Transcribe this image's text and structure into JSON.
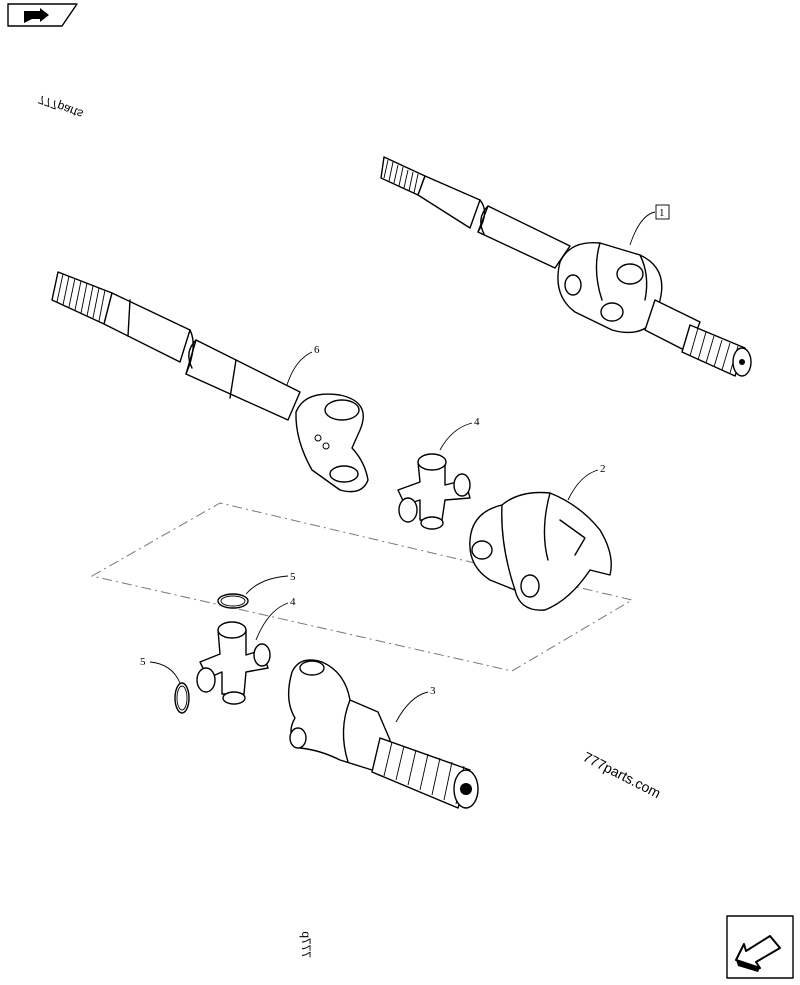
{
  "watermarks": {
    "site": "777parts.com",
    "mirror_top": "777parts",
    "mirror_bottom": "777p"
  },
  "callouts": {
    "part1": "1",
    "part2": "2",
    "part3": "3",
    "part4_upper": "4",
    "part4_lower": "4",
    "part5_upper": "5",
    "part5_lower": "5",
    "part6": "6"
  },
  "icons": {
    "prev_page": "arrow-left-folder-icon",
    "next_page": "arrow-down-left-icon"
  }
}
